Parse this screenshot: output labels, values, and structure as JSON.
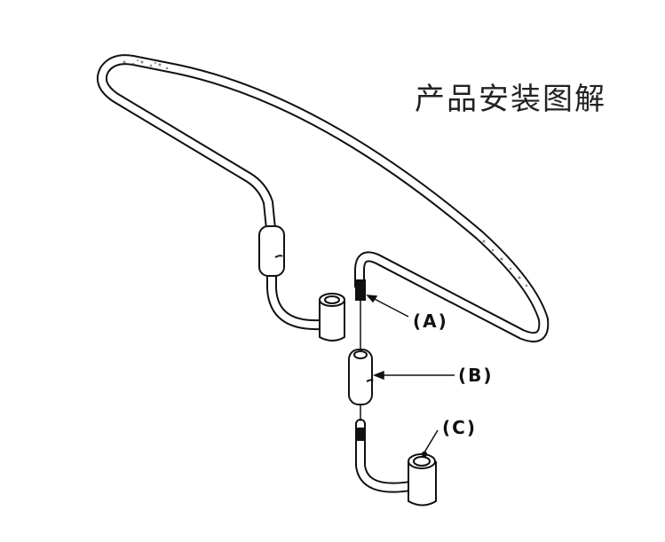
{
  "title": "产品安装图解",
  "labels": {
    "a": "(A)",
    "b": "(B)",
    "c": "(C)"
  }
}
